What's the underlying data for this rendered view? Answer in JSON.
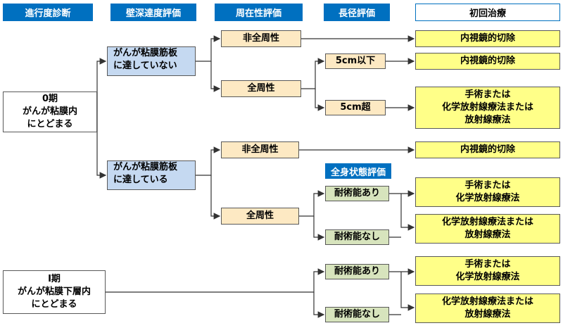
{
  "headers": {
    "stage": "進行度診断",
    "depth": "壁深達度評価",
    "circum": "周在性評価",
    "diameter": "長径評価",
    "initial": "初回治療"
  },
  "stage0": {
    "line1": "0期",
    "line2": "がんが粘膜内",
    "line3": "にとどまる"
  },
  "stage1": {
    "line1": "Ⅰ期",
    "line2": "がんが粘膜下層内",
    "line3": "にとどまる"
  },
  "depth_not_reached": {
    "line1": "がんが粘膜筋板",
    "line2": "に達していない"
  },
  "depth_reached": {
    "line1": "がんが粘膜筋板",
    "line2": "に達している"
  },
  "circum_a_partial": "非全周性",
  "circum_a_full": "全周性",
  "circum_b_partial": "非全周性",
  "circum_b_full": "全周性",
  "diameter_small": "5cm以下",
  "diameter_large": "5cm超",
  "general_status_label": "全身状態評価",
  "tolerance_b_yes": "耐術能あり",
  "tolerance_b_no": "耐術能なし",
  "tolerance_c_yes": "耐術能あり",
  "tolerance_c_no": "耐術能なし",
  "treat_1": "内視鏡的切除",
  "treat_2": "内視鏡的切除",
  "treat_3": {
    "line1": "手術または",
    "line2": "化学放射線療法または",
    "line3": "放射線療法"
  },
  "treat_4": "内視鏡的切除",
  "treat_5": {
    "line1": "手術または",
    "line2": "化学放射線療法"
  },
  "treat_6": {
    "line1": "化学放射線療法または",
    "line2": "放射線療法"
  },
  "treat_7": {
    "line1": "手術または",
    "line2": "化学放射線療法"
  },
  "treat_8": {
    "line1": "化学放射線療法または",
    "line2": "放射線療法"
  }
}
